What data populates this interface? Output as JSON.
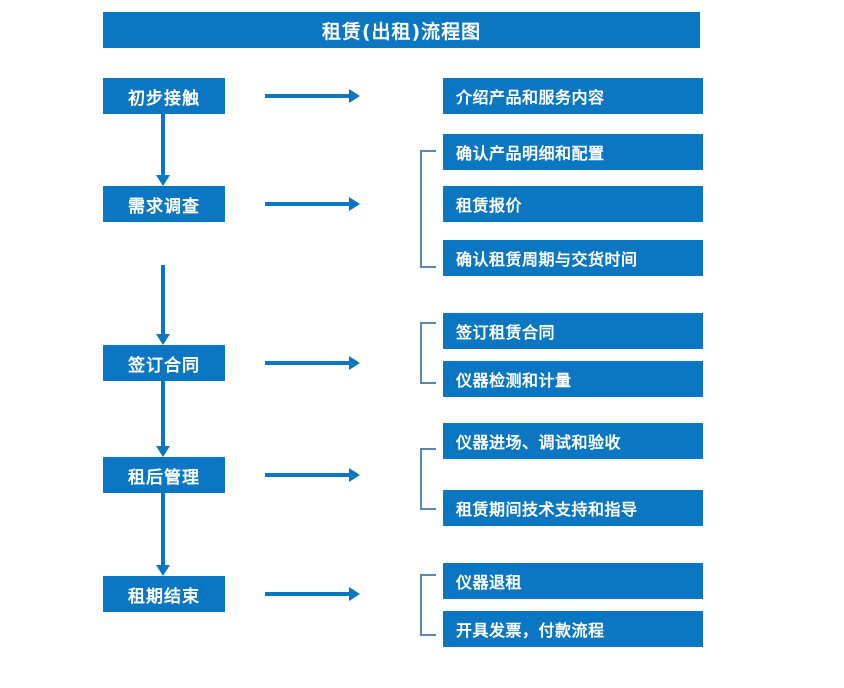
{
  "title": "租赁(出租)流程图",
  "colors": {
    "box_blue": "#0b76c2",
    "bracket_blue": "#5b87ad",
    "box_text": "#ffffff",
    "background": "#ffffff"
  },
  "stages": [
    {
      "label": "初步接触",
      "details": [
        "介绍产品和服务内容"
      ]
    },
    {
      "label": "需求调查",
      "details": [
        "确认产品明细和配置",
        "租赁报价",
        "确认租赁周期与交货时间"
      ]
    },
    {
      "label": "签订合同",
      "details": [
        "签订租赁合同",
        "仪器检测和计量"
      ]
    },
    {
      "label": "租后管理",
      "details": [
        "仪器进场、调试和验收",
        "租赁期间技术支持和指导"
      ]
    },
    {
      "label": "租期结束",
      "details": [
        "仪器退租",
        "开具发票，付款流程"
      ]
    }
  ]
}
